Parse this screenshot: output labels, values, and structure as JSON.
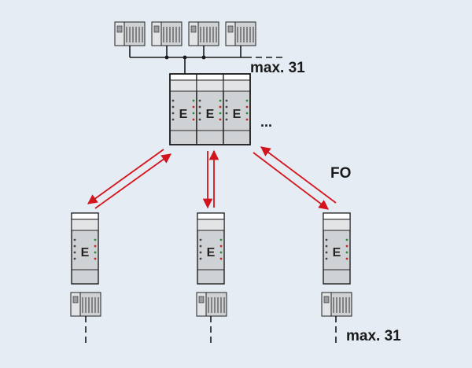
{
  "labels": {
    "bus_max_top": "max. 31",
    "ellipsis": "...",
    "fiber": "FO",
    "bus_max_bottom": "max. 31"
  },
  "module_letter": "E",
  "colors": {
    "background": "#e6ecf3",
    "arrow": "#d4141c",
    "line": "#1a1a1a",
    "module_fill": "#cfd2d4",
    "module_light": "#e2e4e6",
    "module_stroke": "#222222"
  }
}
